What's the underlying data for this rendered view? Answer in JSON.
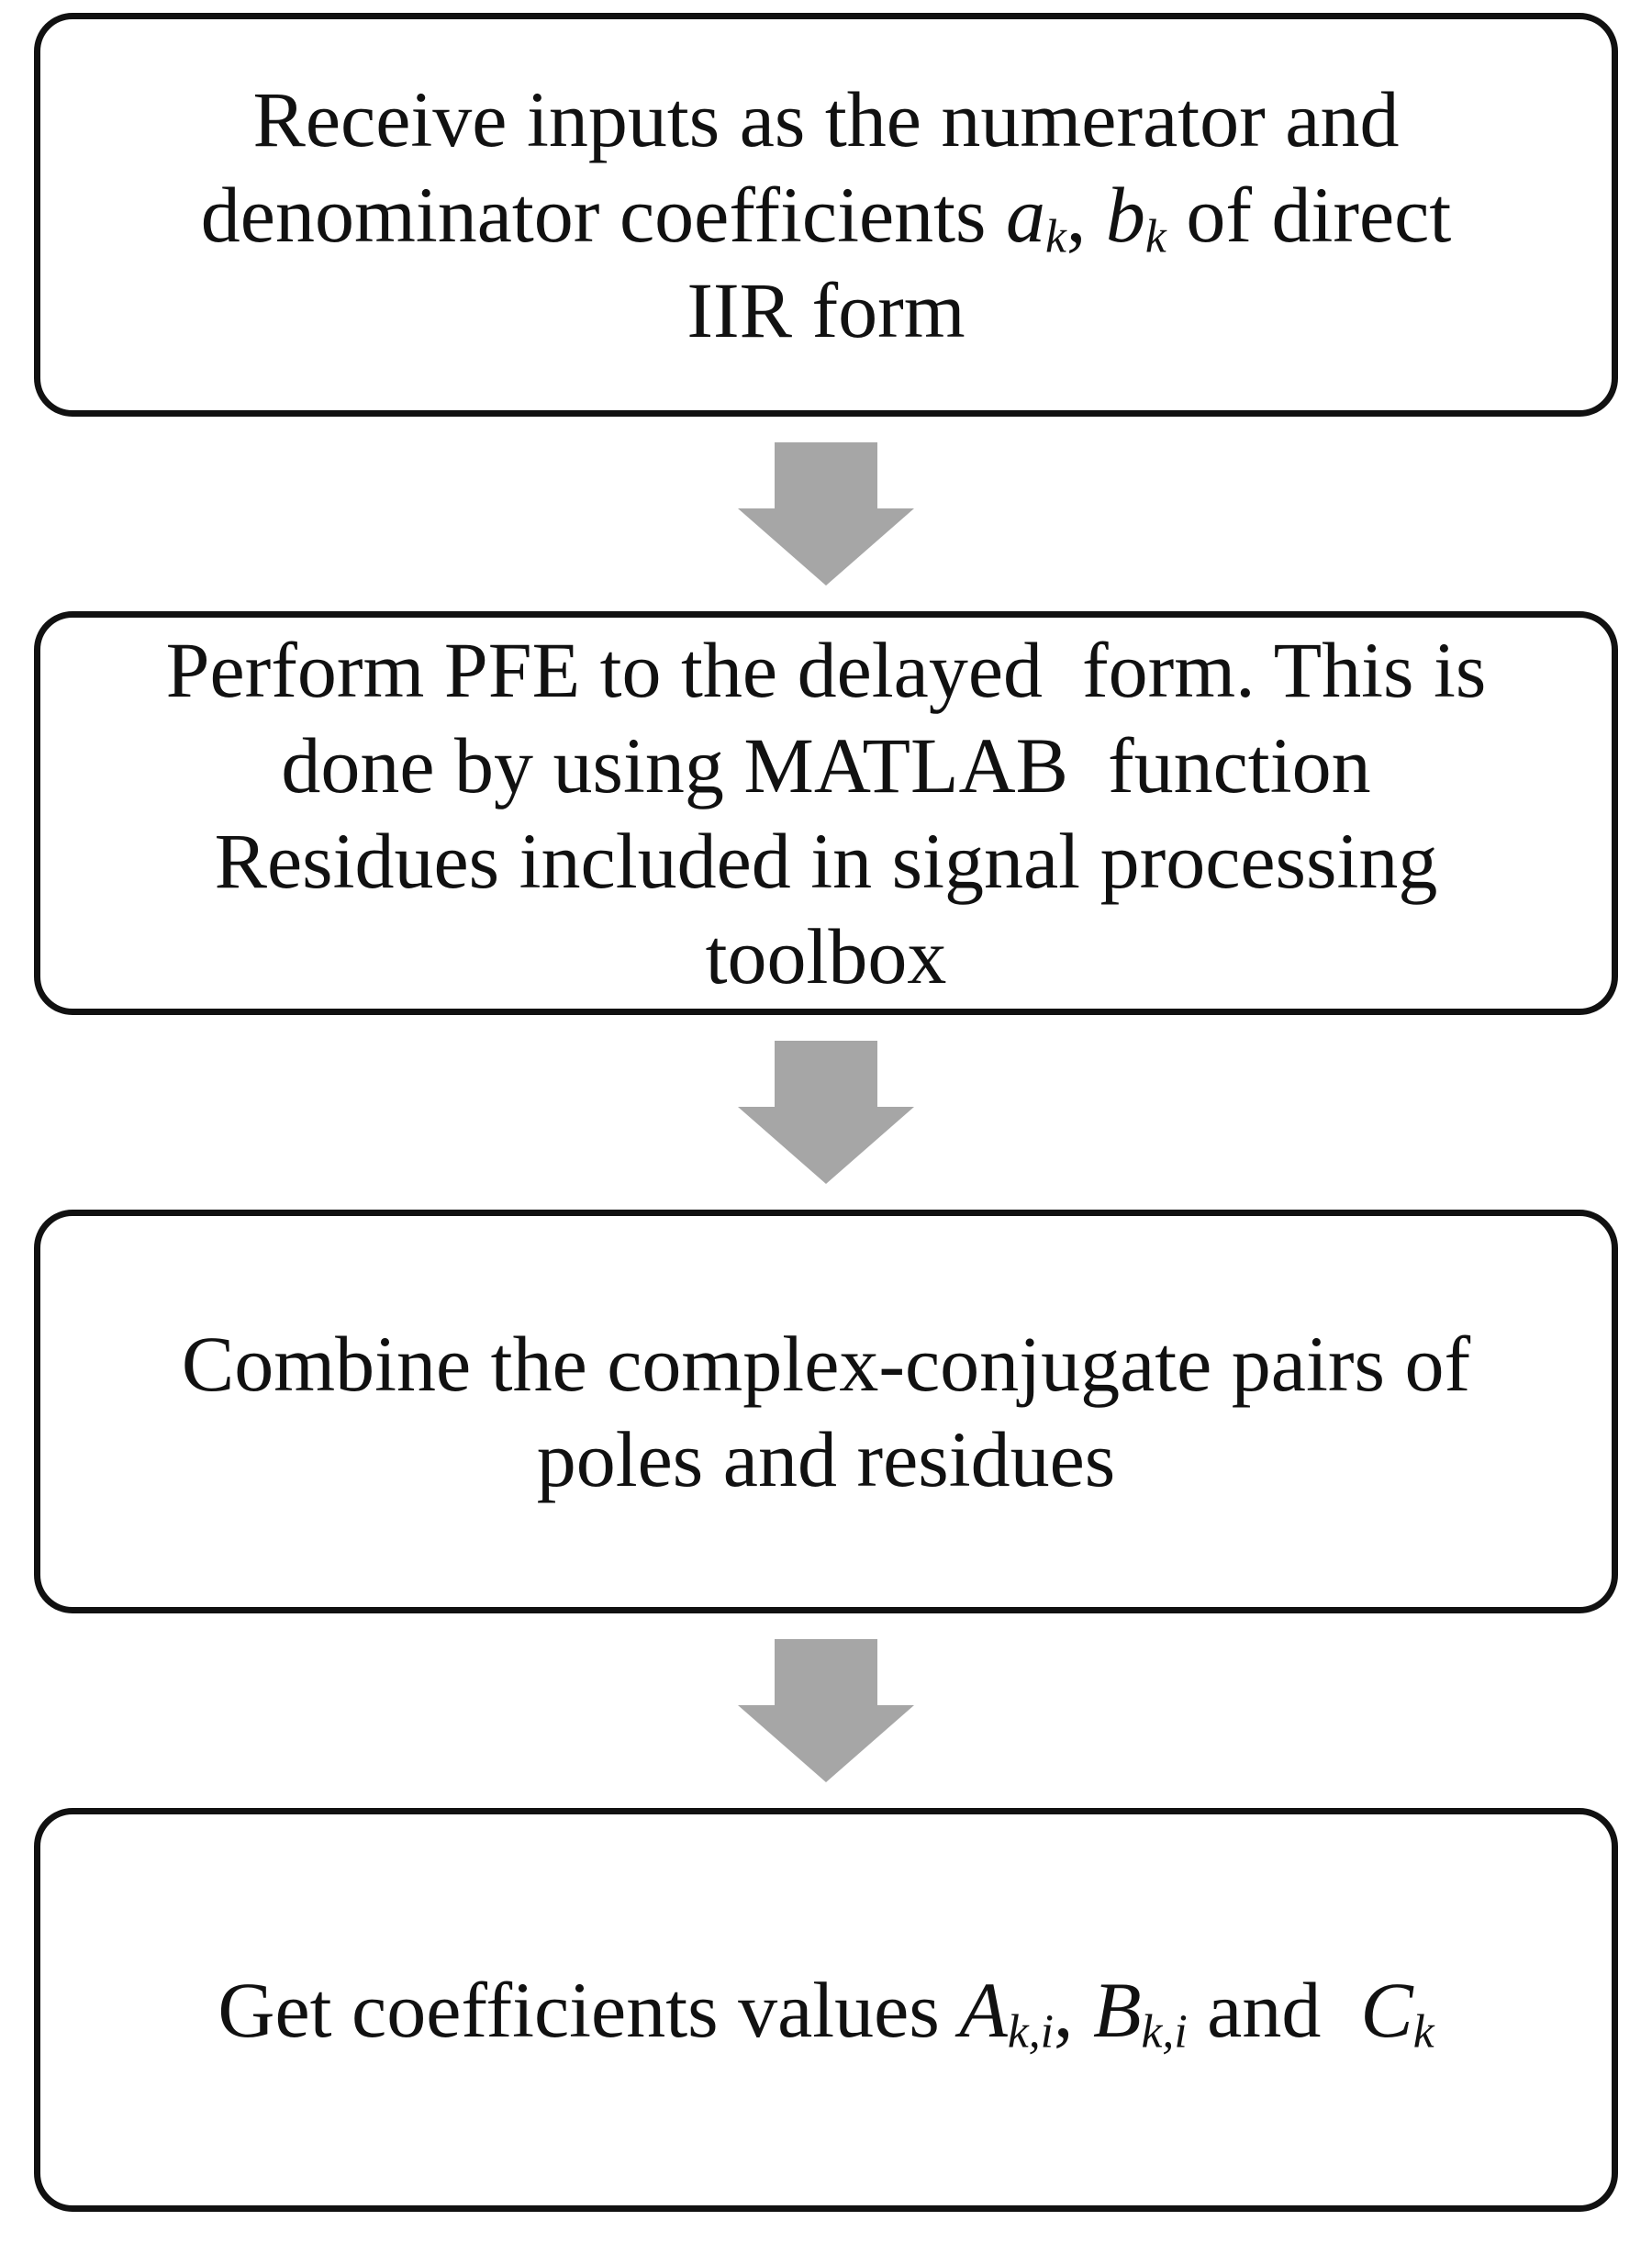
{
  "diagram": {
    "type": "flowchart",
    "arrow_color": "#a6a6a6",
    "border_color": "#111111",
    "text_color": "#111111",
    "boxes": [
      {
        "id": "receive-inputs",
        "lines": [
          [
            {
              "t": "text",
              "v": "Receive inputs as the numerator and"
            }
          ],
          [
            {
              "t": "text",
              "v": "denominator coefficients "
            },
            {
              "t": "var",
              "v": "a"
            },
            {
              "t": "sub",
              "v": "k"
            },
            {
              "t": "text",
              "v": ", "
            },
            {
              "t": "var",
              "v": "b"
            },
            {
              "t": "sub",
              "v": "k"
            },
            {
              "t": "text",
              "v": " of direct"
            }
          ],
          [
            {
              "t": "text",
              "v": "IIR form"
            }
          ]
        ]
      },
      {
        "id": "perform-pfe",
        "lines": [
          [
            {
              "t": "text",
              "v": "Perform PFE to the delayed  form. This is"
            }
          ],
          [
            {
              "t": "text",
              "v": "done by using MATLAB  function"
            }
          ],
          [
            {
              "t": "text",
              "v": "Residues included in signal processing"
            }
          ],
          [
            {
              "t": "text",
              "v": "toolbox"
            }
          ]
        ]
      },
      {
        "id": "combine-pairs",
        "lines": [
          [
            {
              "t": "text",
              "v": "Combine the complex-conjugate pairs of"
            }
          ],
          [
            {
              "t": "text",
              "v": "poles and residues"
            }
          ]
        ]
      },
      {
        "id": "get-coefficients",
        "lines": [
          [
            {
              "t": "text",
              "v": "Get coefficients values "
            },
            {
              "t": "var",
              "v": "A"
            },
            {
              "t": "sub",
              "v": "k,i"
            },
            {
              "t": "text",
              "v": ", "
            },
            {
              "t": "var",
              "v": "B"
            },
            {
              "t": "sub",
              "v": "k,i"
            },
            {
              "t": "text",
              "v": " and  "
            },
            {
              "t": "var",
              "v": "C"
            },
            {
              "t": "sub",
              "v": "k"
            }
          ]
        ]
      }
    ]
  }
}
